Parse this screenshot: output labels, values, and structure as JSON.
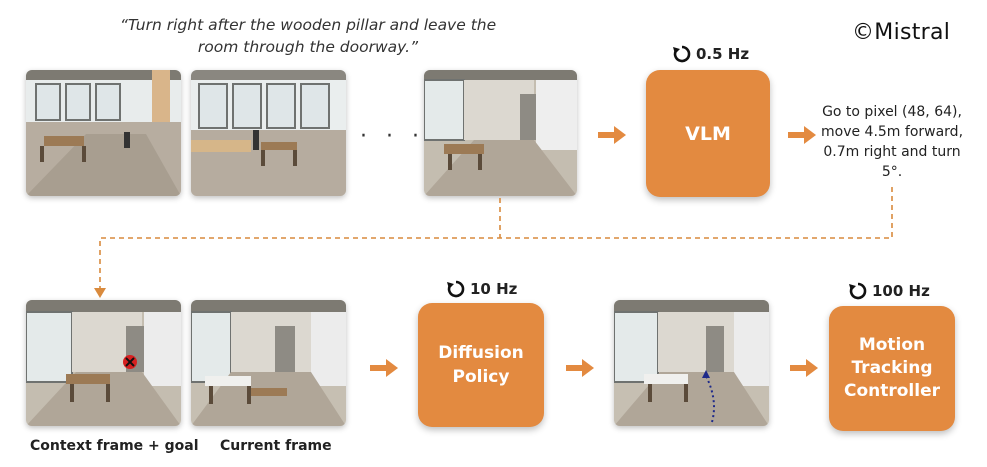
{
  "instruction": "“Turn right after the wooden pillar and leave the room through the doorway.”",
  "watermark": "©Mistral",
  "ellipsis": "· · ·",
  "vlm": {
    "label": "VLM",
    "frequency": "0.5 Hz"
  },
  "vlm_output": "Go to pixel (48, 64), move 4.5m forward, 0.7m right and turn 5°.",
  "diffusion": {
    "label": "Diffusion Policy",
    "frequency": "10 Hz"
  },
  "controller": {
    "label": "Motion Tracking Controller",
    "frequency": "100 Hz"
  },
  "captions": {
    "context": "Context frame + goal",
    "current": "Current frame"
  },
  "colors": {
    "accent": "#e38a40",
    "arrow": "#e38a40",
    "dashed": "#d98a3d",
    "trajectory": "#1e2a8a",
    "goal_marker": "#d62020"
  },
  "icons": {
    "frequency": "refresh-icon"
  }
}
